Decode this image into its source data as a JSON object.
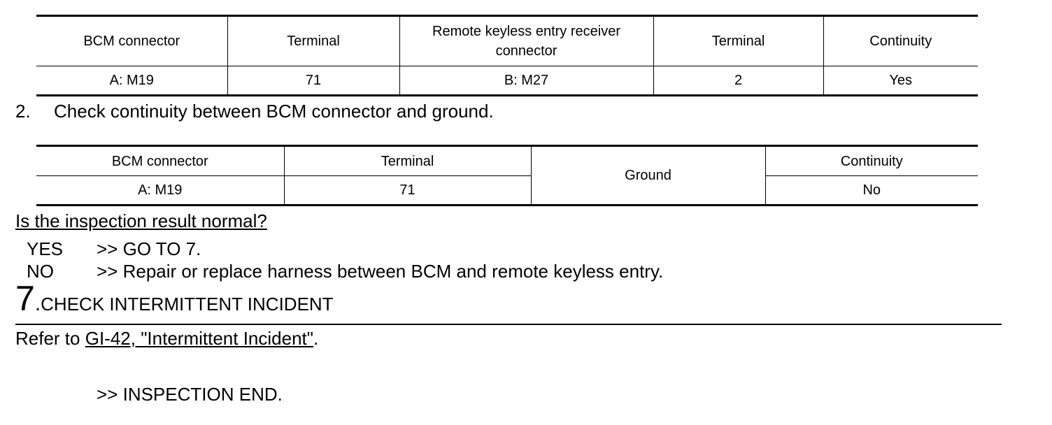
{
  "table1": {
    "headers": [
      "BCM connector",
      "Terminal",
      "Remote keyless entry receiver connector",
      "Terminal",
      "Continuity"
    ],
    "row": [
      "A: M19",
      "71",
      "B: M27",
      "2",
      "Yes"
    ]
  },
  "step2": {
    "number": "2.",
    "text": "Check continuity between BCM connector and ground."
  },
  "table2": {
    "headers": [
      "BCM connector",
      "Terminal",
      "Ground",
      "Continuity"
    ],
    "row": [
      "A: M19",
      "71",
      "No"
    ]
  },
  "question": "Is the inspection result normal?",
  "answers": {
    "yes": {
      "key": "YES",
      "text": ">> GO TO 7."
    },
    "no": {
      "key": "NO",
      "text": ">> Repair or replace harness between BCM and remote keyless entry."
    }
  },
  "step7": {
    "number": "7",
    "dot": ".",
    "title": "CHECK INTERMITTENT INCIDENT"
  },
  "refer": {
    "prefix": "Refer to ",
    "link": "GI-42, \"Intermittent Incident\"",
    "suffix": "."
  },
  "end": ">> INSPECTION END."
}
